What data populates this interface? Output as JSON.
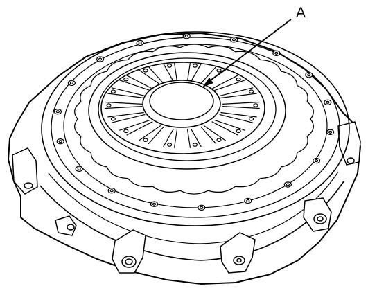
{
  "figure": {
    "callouts": [
      {
        "label": "A",
        "target": "diaphragm-spring-finger"
      }
    ],
    "colors": {
      "line": "#000000",
      "fill": "#ffffff"
    },
    "subject": "clutch-pressure-plate"
  }
}
